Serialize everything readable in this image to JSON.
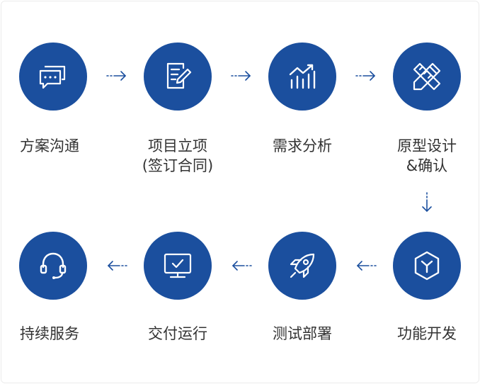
{
  "colors": {
    "circle": "#1b4f9e",
    "arrow": "#1b4f9e",
    "text": "#333333"
  },
  "steps": [
    {
      "label": "方案沟通",
      "sublabel": "",
      "icon": "chat-bubbles-icon"
    },
    {
      "label": "项目立项",
      "sublabel": "(签订合同)",
      "icon": "document-edit-icon"
    },
    {
      "label": "需求分析",
      "sublabel": "",
      "icon": "bar-chart-trend-icon"
    },
    {
      "label": "原型设计",
      "sublabel": "&确认",
      "icon": "ruler-pencil-icon"
    },
    {
      "label": "功能开发",
      "sublabel": "",
      "icon": "hexagon-cube-icon"
    },
    {
      "label": "测试部署",
      "sublabel": "",
      "icon": "rocket-icon"
    },
    {
      "label": "交付运行",
      "sublabel": "",
      "icon": "monitor-check-icon"
    },
    {
      "label": "持续服务",
      "sublabel": "",
      "icon": "headset-icon"
    }
  ]
}
